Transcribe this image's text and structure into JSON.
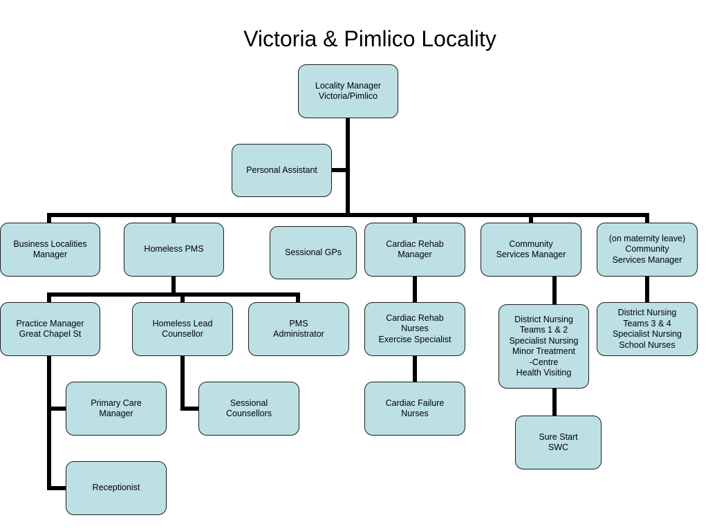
{
  "title": "Victoria & Pimlico Locality",
  "colors": {
    "box_fill": "#bde0e5",
    "box_border": "#1a1a1a",
    "connector": "#000000"
  },
  "nodes": {
    "locality_manager": "Locality Manager\nVictoria/Pimlico",
    "personal_assistant": "Personal Assistant",
    "business_localities_manager": "Business Localities\nManager",
    "homeless_pms": "Homeless PMS",
    "sessional_gps": "Sessional GPs",
    "cardiac_rehab_manager": "Cardiac Rehab\nManager",
    "community_services_manager": "Community\nServices Manager",
    "community_services_manager_maternity": "(on maternity leave)\nCommunity\nServices Manager",
    "practice_manager": "Practice Manager\nGreat Chapel St",
    "homeless_lead_counsellor": "Homeless Lead\nCounsellor",
    "pms_administrator": "PMS\nAdministrator",
    "cardiac_rehab_nurses": "Cardiac Rehab\nNurses\nExercise Specialist",
    "district_nursing_1_2": "District Nursing\nTeams 1 & 2\nSpecialist Nursing\nMinor Treatment\n-Centre\nHealth Visiting",
    "district_nursing_3_4": "District Nursing\nTeams 3 & 4\nSpecialist Nursing\nSchool Nurses",
    "primary_care_manager": "Primary Care\nManager",
    "sessional_counsellors": "Sessional\nCounsellors",
    "cardiac_failure_nurses": "Cardiac Failure\nNurses",
    "sure_start": "Sure Start\nSWC",
    "receptionist": "Receptionist"
  }
}
